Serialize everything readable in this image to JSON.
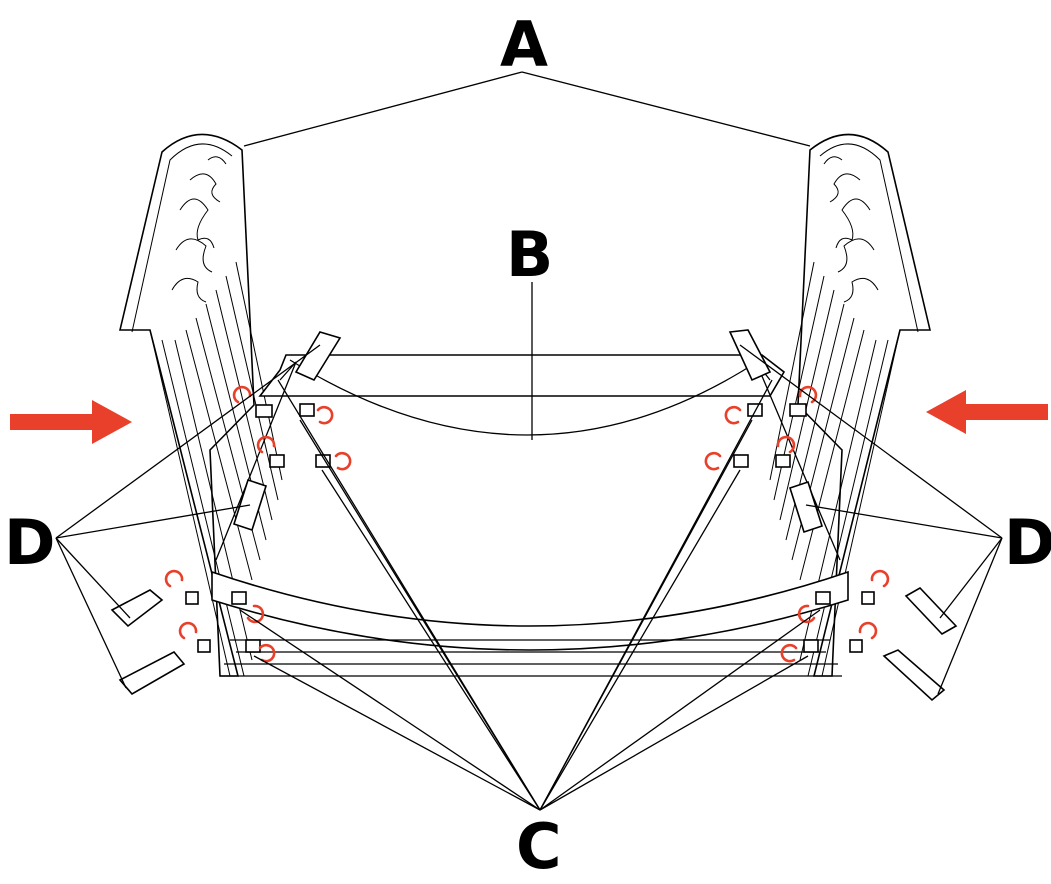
{
  "labels": {
    "a": "A",
    "b": "B",
    "c": "C",
    "d_left": "D",
    "d_right": "D"
  },
  "colors": {
    "line": "#000000",
    "arrow": "#e8402a",
    "background": "#ffffff"
  },
  "icons": {
    "push_arrow_left": "arrow-right-icon",
    "push_arrow_right": "arrow-left-icon",
    "rotate_marker": "rotate-arrow-icon"
  }
}
